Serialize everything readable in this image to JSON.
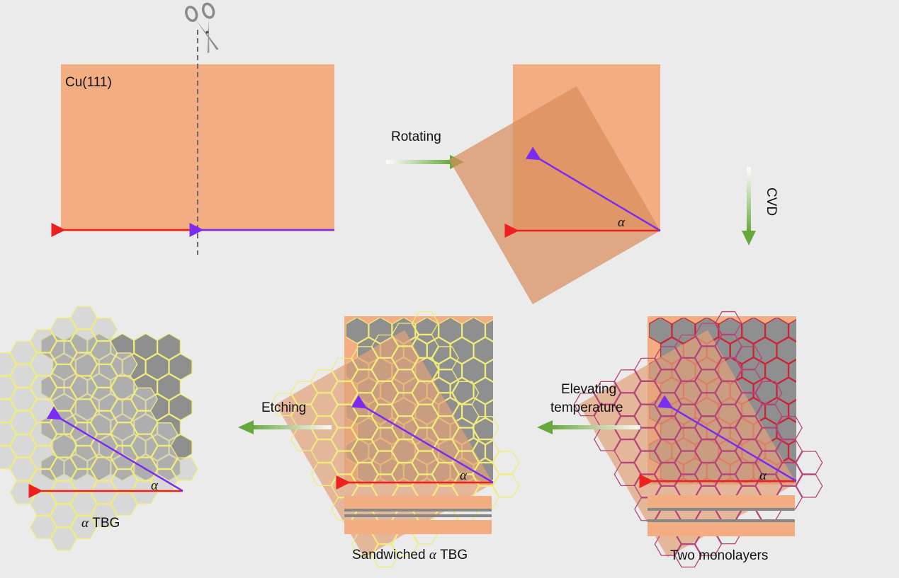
{
  "labels": {
    "substrate": "Cu(111)",
    "step_rotating": "Rotating",
    "step_cvd": "CVD",
    "step_elevating_line1": "Elevating",
    "step_elevating_line2": "temperature",
    "step_etching": "Etching",
    "angle_symbol": "α",
    "result_prefix": "α",
    "result_text": "TBG",
    "sandwiched_text": "Sandwiched",
    "sandwiched_prefix": "α",
    "sandwiched_suffix": "TBG",
    "two_monolayers": "Two monolayers"
  },
  "colors": {
    "background": "#ebebeb",
    "copper": "#f2ae82",
    "copper_rotated": "#e19b6b",
    "graphene_gray": "#8f8f8f",
    "edge_red": "#cc2233",
    "edge_purple": "#7a3cc8",
    "hex_yellow": "#f1ec7a",
    "hex_magenta": "#b4457a",
    "arrow_red": "#ee1f1f",
    "arrow_purple": "#7b2cf0",
    "flow_arrow_green": "#67a83c",
    "gray_layer": "#888888"
  },
  "icons": {
    "scissors": "scissors-icon"
  }
}
